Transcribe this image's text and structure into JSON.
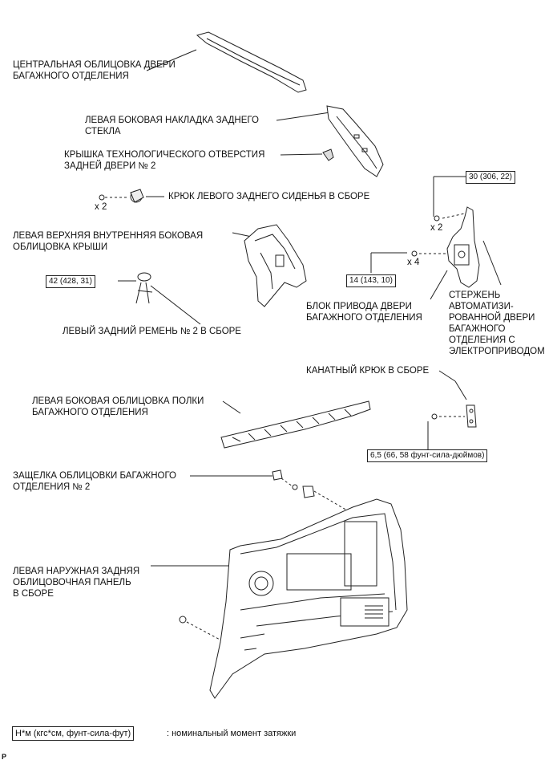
{
  "labels": {
    "center_trim": "ЦЕНТРАЛЬНАЯ ОБЛИЦОВКА ДВЕРИ\nБАГАЖНОГО ОТДЕЛЕНИЯ",
    "rear_glass_side": "ЛЕВАЯ БОКОВАЯ НАКЛАДКА ЗАДНЕГО\nСТЕКЛА",
    "service_hole_cover": "КРЫШКА ТЕХНОЛОГИЧЕСКОГО ОТВЕРСТИЯ\nЗАДНЕЙ ДВЕРИ № 2",
    "seat_hook": "КРЮК ЛЕВОГО ЗАДНЕГО СИДЕНЬЯ В СБОРЕ",
    "roof_side_trim": "ЛЕВАЯ ВЕРХНЯЯ ВНУТРЕННЯЯ БОКОВАЯ\nОБЛИЦОВКА КРЫШИ",
    "belt": "ЛЕВЫЙ ЗАДНИЙ РЕМЕНЬ № 2 В СБОРЕ",
    "door_drive_unit": "БЛОК ПРИВОДА ДВЕРИ\nБАГАЖНОГО ОТДЕЛЕНИЯ",
    "door_stay": "СТЕРЖЕНЬ\nАВТОМАТИЗИ-\nРОВАННОЙ ДВЕРИ\nБАГАЖНОГО\nОТДЕЛЕНИЯ С\nЭЛЕКТРОПРИВОДОМ",
    "rope_hook": "КАНАТНЫЙ КРЮК В СБОРЕ",
    "shelf_side_trim": "ЛЕВАЯ БОКОВАЯ ОБЛИЦОВКА ПОЛКИ\nБАГАЖНОГО ОТДЕЛЕНИЯ",
    "clip": "ЗАЩЕЛКА ОБЛИЦОВКИ БАГАЖНОГО\nОТДЕЛЕНИЯ № 2",
    "quarter_panel": "ЛЕВАЯ НАРУЖНАЯ ЗАДНЯЯ\nОБЛИЦОВОЧНАЯ ПАНЕЛЬ\nВ СБОРЕ"
  },
  "torques": {
    "t30": "30 (306, 22)",
    "t14": "14 (143, 10)",
    "t42": "42 (428, 31)",
    "t65": "6,5 (66, 58 фунт-сила-дюймов)"
  },
  "multipliers": {
    "seat_hook_qty": "x 2",
    "stay_top_qty": "x 2",
    "stay_mid_qty": "x 4"
  },
  "legend": {
    "unit": "Н*м (кгс*см, фунт-сила-фут)",
    "desc": ": номинальный момент затяжки"
  },
  "corner_mark": "P"
}
